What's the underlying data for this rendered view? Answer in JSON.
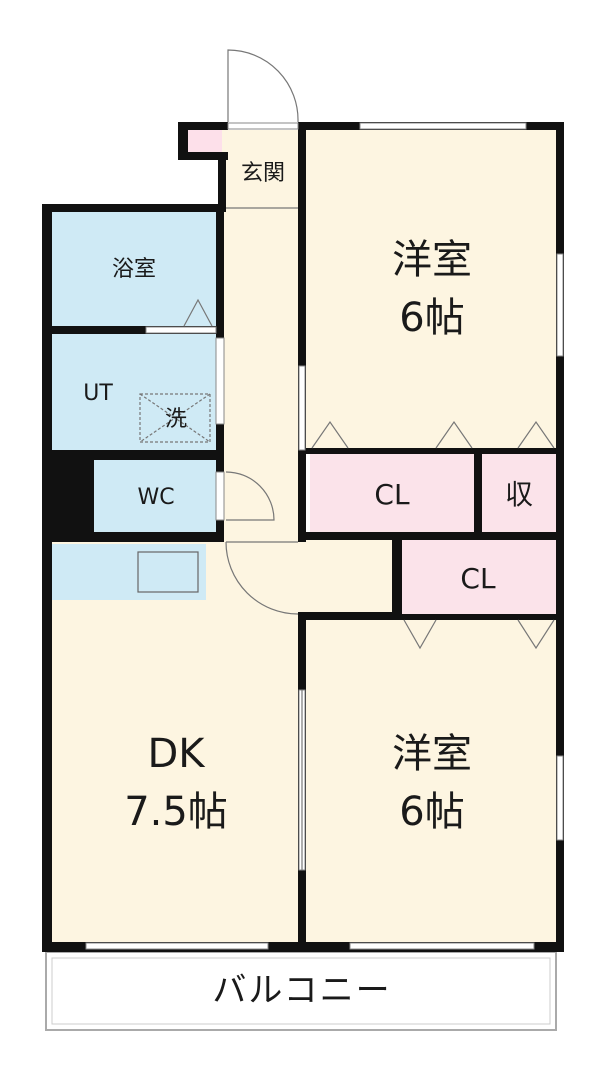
{
  "rooms": {
    "entrance": "玄関",
    "bath": "浴室",
    "utility": "UT",
    "washer": "洗",
    "toilet": "WC",
    "western_room_1": {
      "name": "洋室",
      "size": "6帖"
    },
    "western_room_2": {
      "name": "洋室",
      "size": "6帖"
    },
    "closet_1": "CL",
    "storage": "収",
    "closet_2": "CL",
    "dining_kitchen": {
      "name": "DK",
      "size": "7.5帖"
    },
    "balcony": "バルコニー"
  },
  "colors": {
    "wall": "#111111",
    "wet_area": "#cfeaf5",
    "living_area": "#fdf5e1",
    "storage_area": "#fbe3ea",
    "balcony": "#ffffff",
    "entrance_tile": "#fde0ea"
  }
}
